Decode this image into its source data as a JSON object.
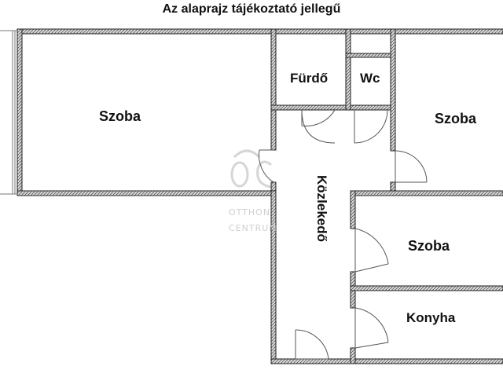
{
  "title": "Az alaprajz tájékoztató jellegű",
  "rooms": {
    "szoba_left": "Szoba",
    "furdo": "Fürdő",
    "wc": "Wc",
    "szoba_right": "Szoba",
    "kozlekedo": "Közlekedő",
    "szoba_middle": "Szoba",
    "konyha": "Konyha"
  },
  "watermark": {
    "logo": "OC",
    "line1": "OTTHON",
    "line2": "CENTRUM"
  },
  "colors": {
    "wall_fill": "#777777",
    "wall_stroke": "#222222",
    "door_line": "#555555",
    "watermark": "#cfcfcf"
  }
}
